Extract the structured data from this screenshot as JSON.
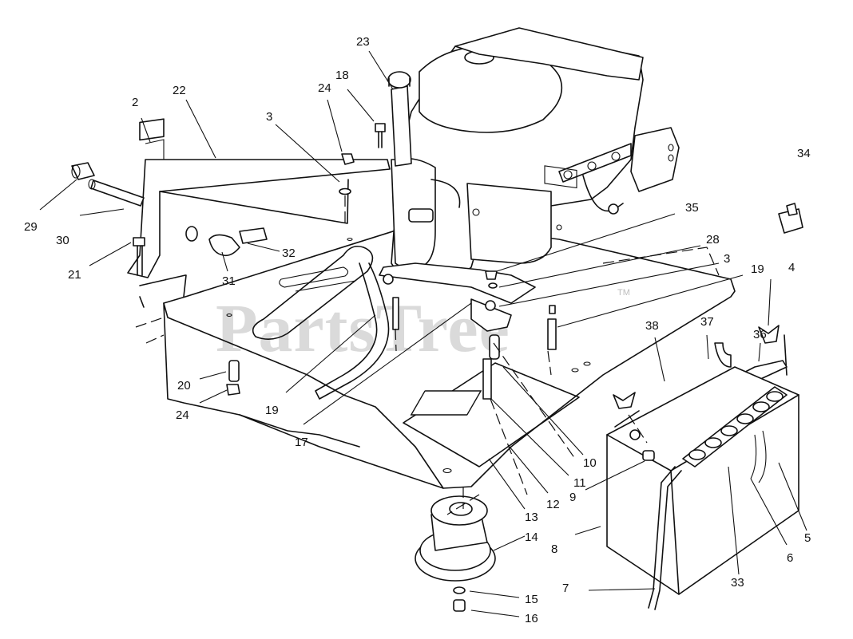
{
  "watermark": {
    "text": "PartsTree",
    "tm": "TM"
  },
  "callouts": [
    {
      "id": "c2",
      "label": "2"
    },
    {
      "id": "c22",
      "label": "22"
    },
    {
      "id": "c3a",
      "label": "3"
    },
    {
      "id": "c24a",
      "label": "24"
    },
    {
      "id": "c18",
      "label": "18"
    },
    {
      "id": "c23",
      "label": "23"
    },
    {
      "id": "c34",
      "label": "34"
    },
    {
      "id": "c35",
      "label": "35"
    },
    {
      "id": "c28",
      "label": "28"
    },
    {
      "id": "c3b",
      "label": "3"
    },
    {
      "id": "c19a",
      "label": "19"
    },
    {
      "id": "c4",
      "label": "4"
    },
    {
      "id": "c29",
      "label": "29"
    },
    {
      "id": "c30",
      "label": "30"
    },
    {
      "id": "c21",
      "label": "21"
    },
    {
      "id": "c32",
      "label": "32"
    },
    {
      "id": "c31",
      "label": "31"
    },
    {
      "id": "c38",
      "label": "38"
    },
    {
      "id": "c37",
      "label": "37"
    },
    {
      "id": "c36",
      "label": "36"
    },
    {
      "id": "c20",
      "label": "20"
    },
    {
      "id": "c24b",
      "label": "24"
    },
    {
      "id": "c19b",
      "label": "19"
    },
    {
      "id": "c17",
      "label": "17"
    },
    {
      "id": "c10",
      "label": "10"
    },
    {
      "id": "c11",
      "label": "11"
    },
    {
      "id": "c9",
      "label": "9"
    },
    {
      "id": "c12",
      "label": "12"
    },
    {
      "id": "c13",
      "label": "13"
    },
    {
      "id": "c14",
      "label": "14"
    },
    {
      "id": "c8",
      "label": "8"
    },
    {
      "id": "c5",
      "label": "5"
    },
    {
      "id": "c6",
      "label": "6"
    },
    {
      "id": "c33",
      "label": "33"
    },
    {
      "id": "c7",
      "label": "7"
    },
    {
      "id": "c15",
      "label": "15"
    },
    {
      "id": "c16",
      "label": "16"
    }
  ]
}
